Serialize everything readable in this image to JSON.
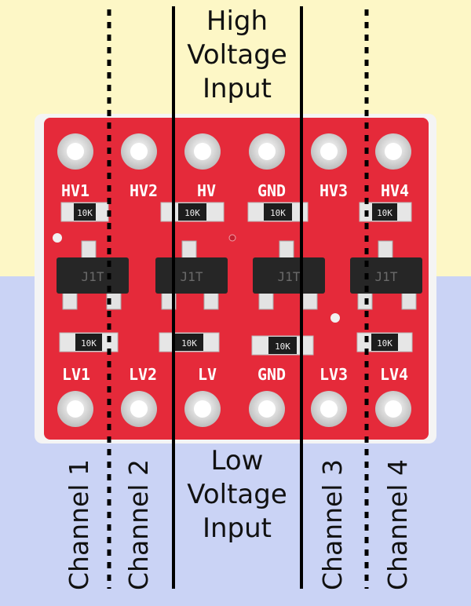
{
  "colors": {
    "background_top": "#fdf7c6",
    "background_bottom": "#cad3f5",
    "board_red": "#e52a3a",
    "pad_silver": "#e6e6e6",
    "chip_black": "#222222",
    "divider": "#000000"
  },
  "high_voltage_label": [
    "High",
    "Voltage",
    "Input"
  ],
  "low_voltage_label": [
    "Low",
    "Voltage",
    "Input"
  ],
  "top_pins": [
    "HV1",
    "HV2",
    "HV",
    "GND",
    "HV3",
    "HV4"
  ],
  "bottom_pins": [
    "LV1",
    "LV2",
    "LV",
    "GND",
    "LV3",
    "LV4"
  ],
  "resistor_marking": "10K",
  "transistor_marking": "J1T",
  "channels": [
    "Channel 1",
    "Channel 2",
    "Channel 3",
    "Channel 4"
  ]
}
